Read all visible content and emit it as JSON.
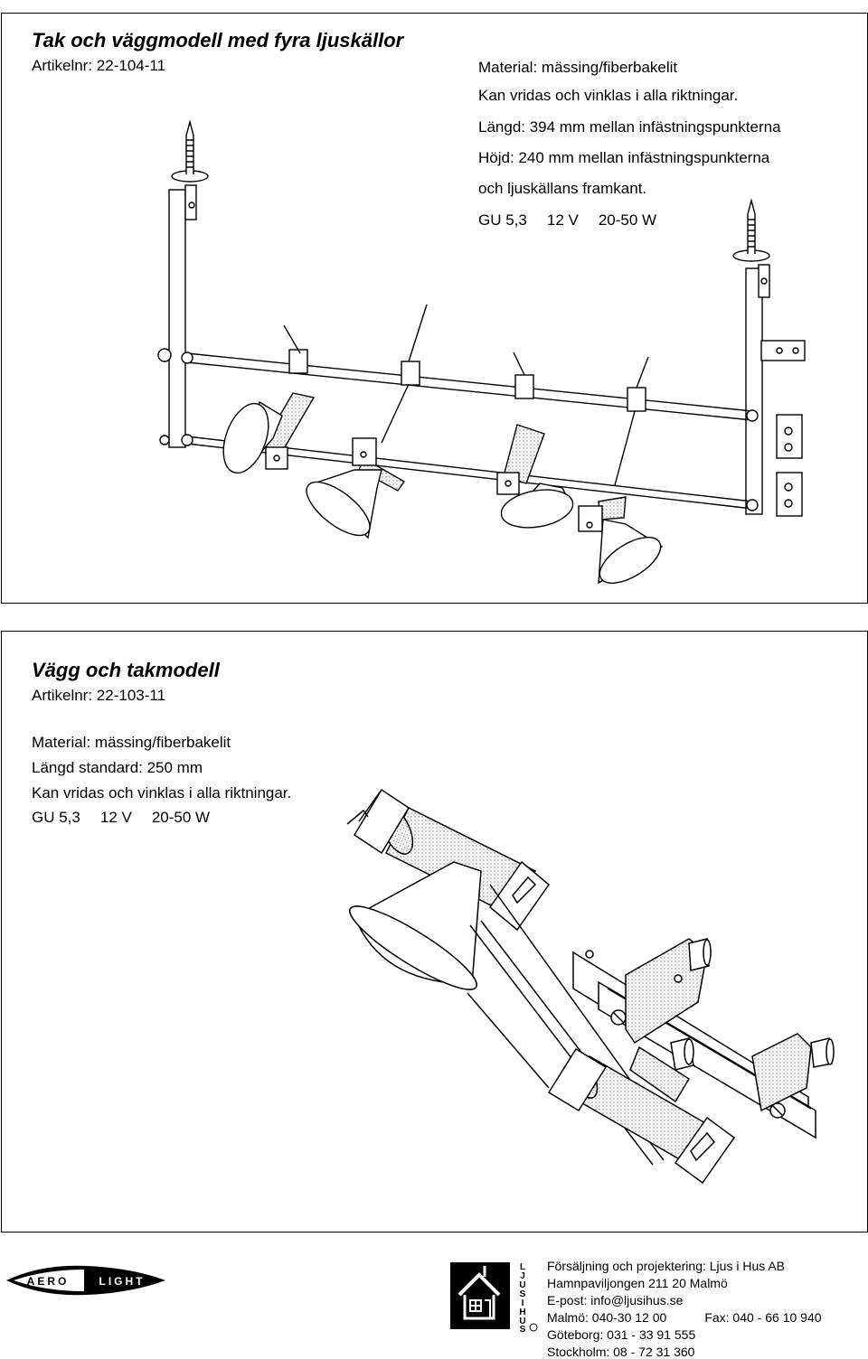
{
  "product1": {
    "title": "Tak och väggmodell med fyra ljuskällor",
    "article": "Artikelnr: 22-104-11",
    "specs": [
      "Material: mässing/fiberbakelit",
      "Kan vridas och vinklas i alla riktningar.",
      "Längd: 394 mm mellan infästningspunkterna",
      "Höjd: 240 mm mellan infästningspunkterna",
      "och ljuskällans framkant."
    ],
    "electrical": [
      "GU 5,3",
      "12 V",
      "20-50 W"
    ]
  },
  "product2": {
    "title": "Vägg och takmodell",
    "article": "Artikelnr: 22-103-11",
    "specs": [
      "Material: mässing/fiberbakelit",
      "Längd standard: 250 mm",
      "Kan vridas och vinklas i alla riktningar."
    ],
    "electrical": [
      "GU 5,3",
      "12 V",
      "20-50 W"
    ]
  },
  "footer": {
    "aerolight_logo": {
      "left": "AERO",
      "right": "LIGHT"
    },
    "ljusihus_logo": [
      "L",
      "J",
      "U",
      "S",
      "I",
      "H",
      "U",
      "S"
    ],
    "contact": [
      "Försäljning och projektering: Ljus i Hus AB",
      "Hamnpaviljongen 211 20 Malmö",
      "E-post: info@ljusihus.se"
    ],
    "phone_malmo": "Malmö: 040-30 12 00",
    "fax": "Fax: 040 - 66 10 940",
    "phone_goteborg": "Göteborg: 031 - 33 91 555",
    "phone_stockholm": "Stockholm: 08 - 72 31 360"
  }
}
